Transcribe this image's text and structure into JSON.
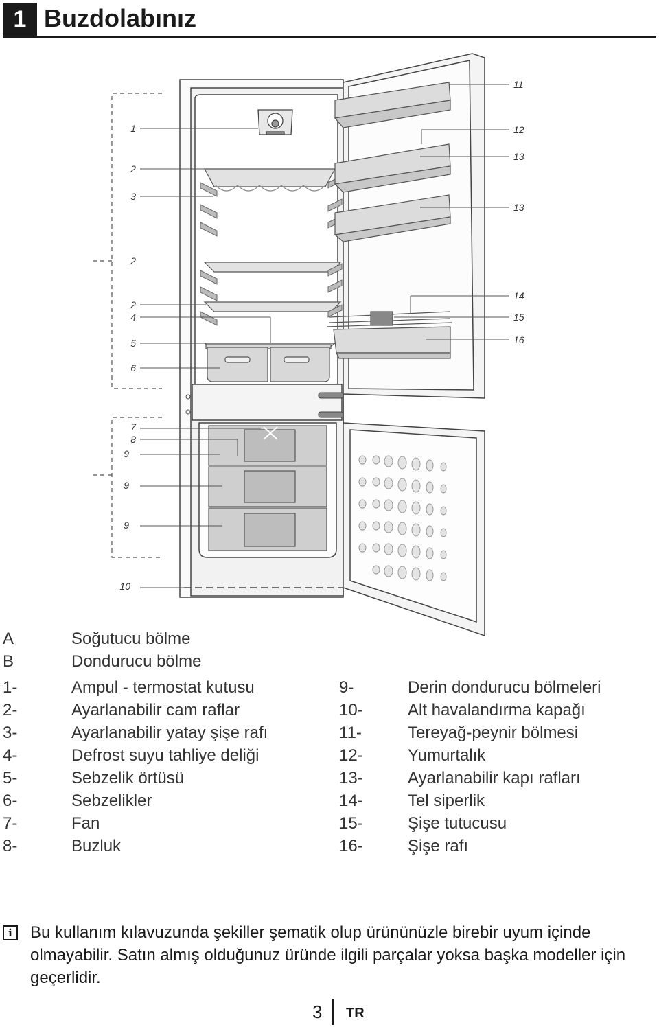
{
  "header": {
    "chapter_number": "1",
    "title": "Buzdolabınız"
  },
  "diagram": {
    "callouts_left": [
      "1",
      "2",
      "3",
      "2",
      "2",
      "4",
      "5",
      "6",
      "7",
      "8",
      "9",
      "9",
      "9",
      "10"
    ],
    "callouts_right": [
      "11",
      "12",
      "13",
      "13",
      "14",
      "15",
      "16"
    ]
  },
  "legend": {
    "sections": [
      {
        "key": "A",
        "label": "Soğutucu bölme"
      },
      {
        "key": "B",
        "label": "Dondurucu bölme"
      }
    ],
    "left_items": [
      {
        "key": "1-",
        "label": "Ampul - termostat kutusu"
      },
      {
        "key": "2-",
        "label": "Ayarlanabilir cam raflar"
      },
      {
        "key": "3-",
        "label": "Ayarlanabilir yatay şişe rafı"
      },
      {
        "key": "4-",
        "label": "Defrost suyu tahliye deliği"
      },
      {
        "key": "5-",
        "label": "Sebzelik örtüsü"
      },
      {
        "key": "6-",
        "label": "Sebzelikler"
      },
      {
        "key": "7-",
        "label": "Fan"
      },
      {
        "key": "8-",
        "label": "Buzluk"
      }
    ],
    "right_items": [
      {
        "key": "9-",
        "label": "Derin dondurucu bölmeleri"
      },
      {
        "key": "10-",
        "label": "Alt havalandırma kapağı"
      },
      {
        "key": "11-",
        "label": "Tereyağ-peynir bölmesi"
      },
      {
        "key": "12-",
        "label": "Yumurtalık"
      },
      {
        "key": "13-",
        "label": "Ayarlanabilir kapı rafları"
      },
      {
        "key": "14-",
        "label": "Tel siperlik"
      },
      {
        "key": "15-",
        "label": "Şişe tutucusu"
      },
      {
        "key": "16-",
        "label": "Şişe rafı"
      }
    ]
  },
  "note": {
    "icon": "info-icon",
    "text": "Bu kullanım kılavuzunda şekiller şematik olup ürününüzle birebir uyum içinde olmayabilir. Satın almış olduğunuz üründe ilgili parçalar yoksa başka modeller için geçerlidir."
  },
  "footer": {
    "page_number": "3",
    "language": "TR"
  }
}
